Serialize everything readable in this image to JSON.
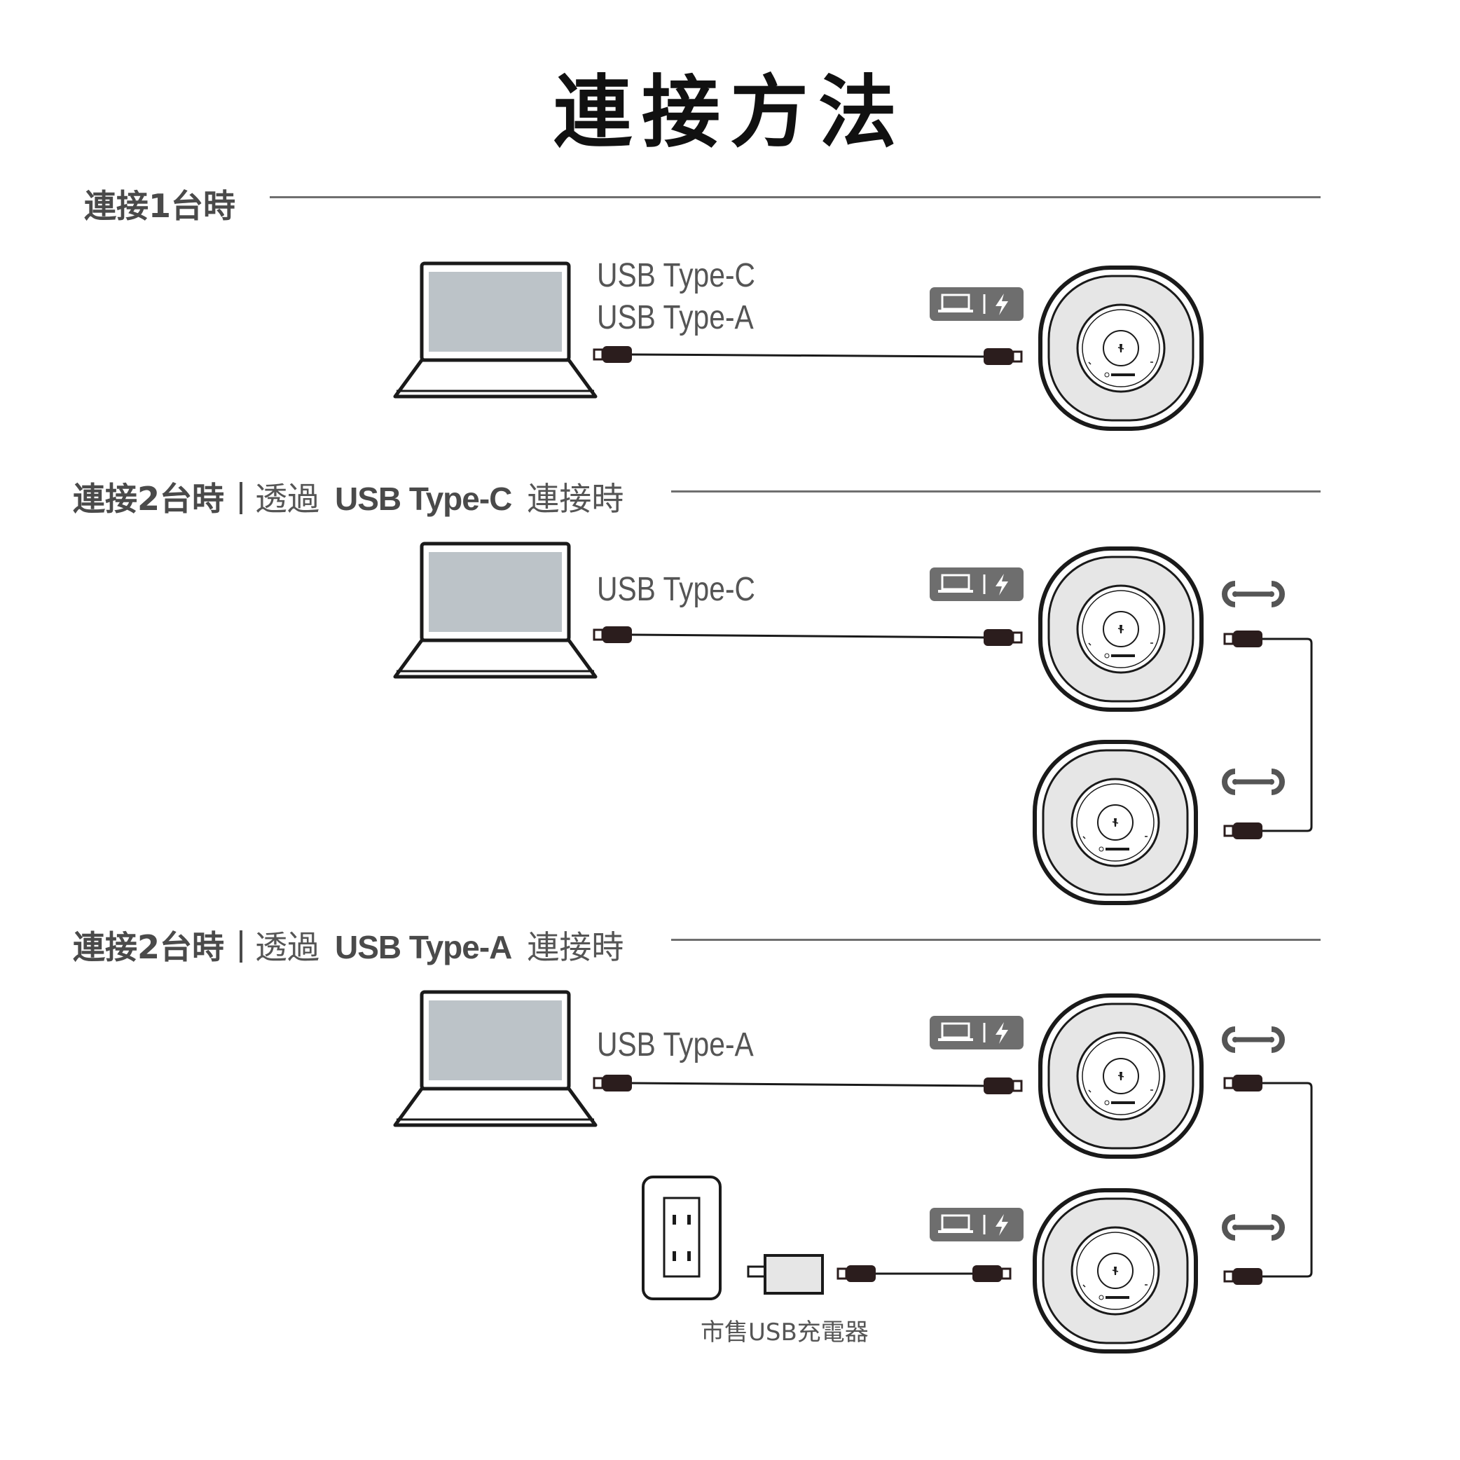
{
  "title": "連接方法",
  "sections": [
    {
      "title": "連接1台時",
      "sub_prefix": "",
      "usb": "",
      "sub_suffix": "",
      "cable_labels": [
        "USB Type-C",
        "USB Type-A"
      ]
    },
    {
      "title": "連接2台時",
      "sub_prefix": "透過",
      "usb": "USB Type-C",
      "sub_suffix": "連接時",
      "cable_labels": [
        "USB Type-C"
      ]
    },
    {
      "title": "連接2台時",
      "sub_prefix": "透過",
      "usb": "USB Type-A",
      "sub_suffix": "連接時",
      "cable_labels": [
        "USB Type-A"
      ]
    }
  ],
  "charger_label": "市售USB充電器",
  "icons": {
    "pc_power_badge": "laptop-and-lightning-icon",
    "link_port": "chain-link-icon",
    "speakerphone": "speakerphone-device",
    "laptop": "laptop-icon",
    "outlet": "wall-outlet-icon",
    "charger": "usb-charger-icon"
  },
  "colors": {
    "badge": "#6e6e6e",
    "device_fill": "#e6e6e6",
    "laptop_screen": "#bcc3c8",
    "cable": "#1a1a1a",
    "connector": "#2b1d1d"
  }
}
